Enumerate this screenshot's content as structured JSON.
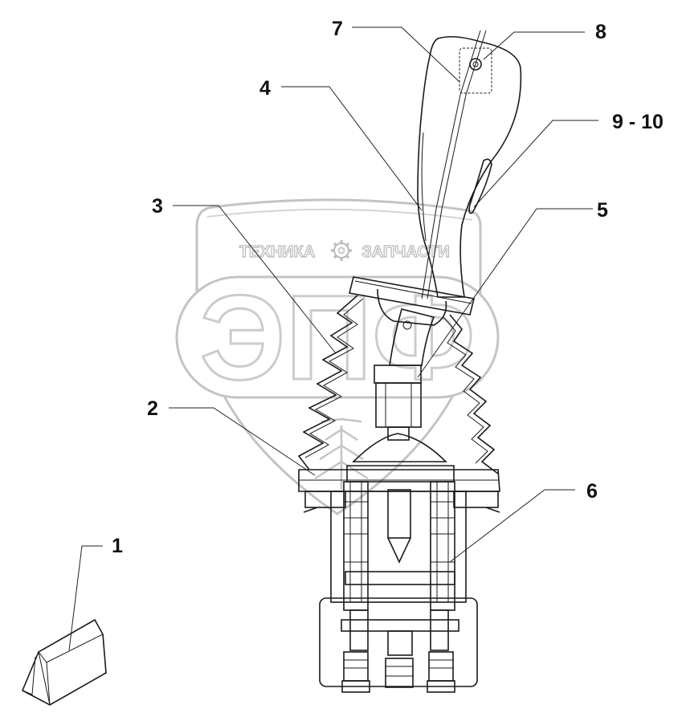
{
  "watermark": {
    "text_left": "ТЕХНИКА",
    "text_right": "ЗАПЧАСТИ",
    "logo_letters": "ЭПФ",
    "gear_icon": "gear-icon",
    "tree_icon": "spruce-icon"
  },
  "callouts": [
    {
      "id": "c7",
      "label": "7"
    },
    {
      "id": "c8",
      "label": "8"
    },
    {
      "id": "c4",
      "label": "4"
    },
    {
      "id": "c9",
      "label": "9 - 10"
    },
    {
      "id": "c3",
      "label": "3"
    },
    {
      "id": "c5",
      "label": "5"
    },
    {
      "id": "c2",
      "label": "2"
    },
    {
      "id": "c6",
      "label": "6"
    },
    {
      "id": "c1",
      "label": "1"
    }
  ],
  "colors": {
    "line": "#1a1a1a",
    "watermark": "#c4c4c4",
    "hatch": "#333333"
  }
}
